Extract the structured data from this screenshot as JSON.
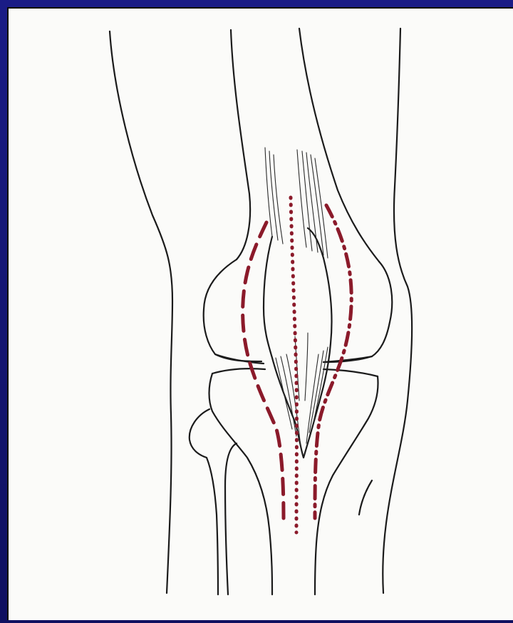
{
  "figure": {
    "subject": "knee-anterior-view",
    "colors": {
      "frame": "#12146e",
      "paper": "#fbfbf9",
      "line": "#1b1b1b",
      "incision": "#8b1a2a"
    },
    "incision_styles": [
      "dashed",
      "dotted",
      "dash-dot"
    ]
  }
}
